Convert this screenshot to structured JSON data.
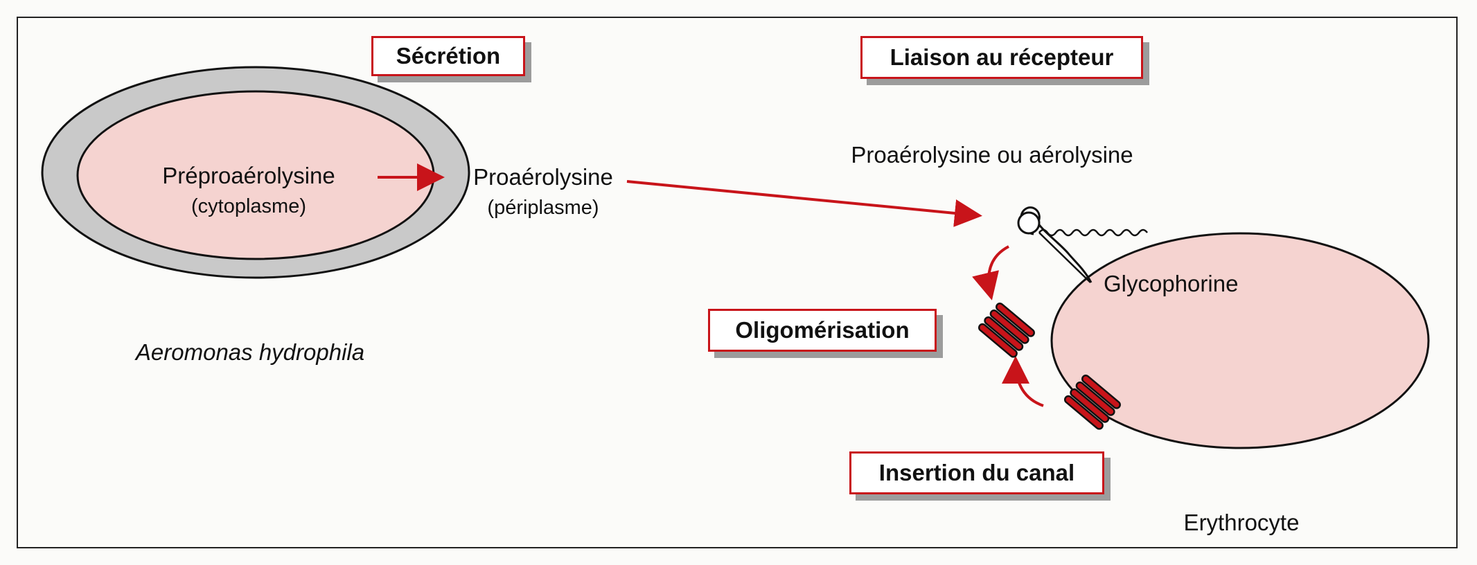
{
  "stages": {
    "secretion": "Sécrétion",
    "receptor_binding": "Liaison au récepteur",
    "oligomerization": "Oligomérisation",
    "channel_insertion": "Insertion du canal"
  },
  "bacterium": {
    "name": "Aeromonas hydrophila",
    "precursor": "Préproaérolysine",
    "precursor_location": "(cytoplasme)",
    "product": "Proaérolysine",
    "product_location": "(périplasme)"
  },
  "toxin_label": "Proaérolysine ou aérolysine",
  "erythrocyte": {
    "name": "Erythrocyte",
    "receptor": "Glycophorine"
  },
  "colors": {
    "arrow": "#c8141a",
    "cell_fill": "#f5d3d0",
    "membrane_grey": "#c9c9c9",
    "channel_fill": "#c8141a"
  }
}
